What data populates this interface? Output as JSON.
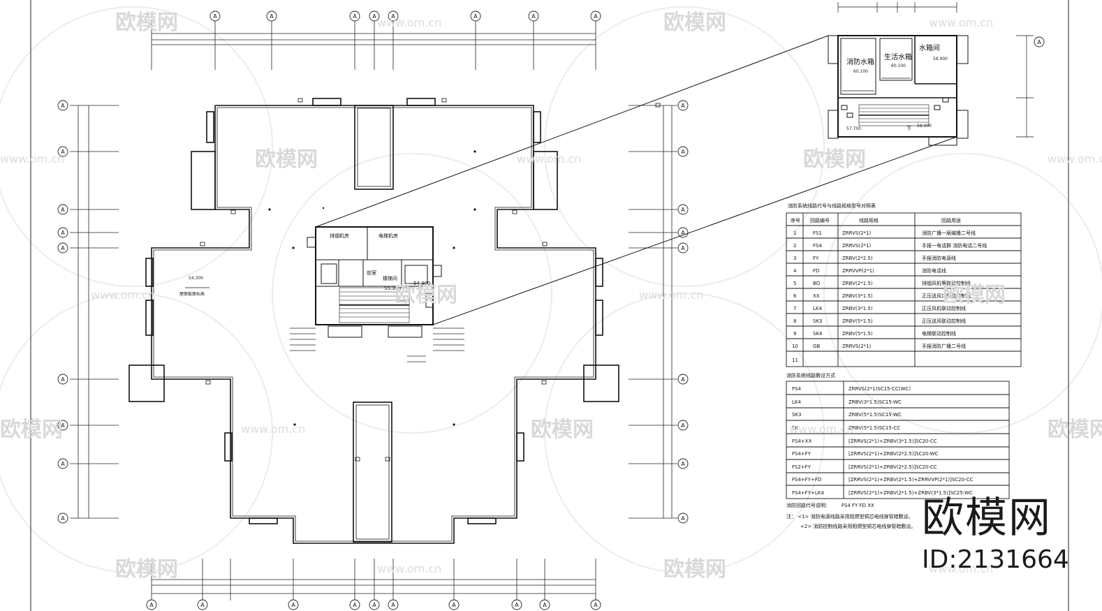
{
  "watermarks": {
    "logo_text": "欧模网",
    "url_text": "www.om.cn"
  },
  "brand": {
    "name": "欧模网",
    "id": "ID:2131664"
  },
  "grid_bubble_label": "A",
  "plan": {
    "elev_upper_left": "54.300",
    "room_label_left": "屋面板面标高",
    "core_labels": {
      "room_a": "排烟机房",
      "room_b": "电梯机房",
      "room_c": "前室",
      "room_d": "楼梯间",
      "elev_core": "54.300",
      "elev_core2": "55.300"
    }
  },
  "detail": {
    "fire_tank": "消防水箱",
    "fire_tank_sub": "60.100",
    "living_tank": "生活水箱",
    "living_tank_sub": "60.100",
    "tank_room": "水箱间",
    "tank_room_elev": "58.900",
    "stair_elev": "57.700",
    "stair_down": "下",
    "stair_elev2": "58.900"
  },
  "table1": {
    "title": "消防系统线路代号与线路规格型号对照表",
    "headers": [
      "序号",
      "回路编号",
      "线路规格",
      "回路用途"
    ],
    "rows": [
      [
        "1",
        "FS1",
        "ZRRVS(2*1)",
        "消防广播一层编播二号线"
      ],
      [
        "2",
        "FS4",
        "ZRRVS(2*1)",
        "手报一电话群 消防电话二号线"
      ],
      [
        "3",
        "FY",
        "ZRBV(2*2.5)",
        "手报消防电源线"
      ],
      [
        "4",
        "FD",
        "ZRRVVP(2*1)",
        "消防电话线"
      ],
      [
        "5",
        "BD",
        "ZRBV(2*1.5)",
        "排烟风机等联动控制线"
      ],
      [
        "6",
        "XX",
        "ZRBV(3*1.5)",
        "正压送风口联动控制线"
      ],
      [
        "7",
        "LK4",
        "ZRBV(3*1.5)",
        "正压风机联动控制线"
      ],
      [
        "8",
        "SK3",
        "ZRBV(5*1.5)",
        "正压送风联动控制线"
      ],
      [
        "9",
        "SK4",
        "ZRBV(5*1.5)",
        "电梯联动控制线"
      ],
      [
        "10",
        "GB",
        "ZRRVS(2*1)",
        "手报消防广播二号线"
      ],
      [
        "11",
        "",
        "",
        ""
      ]
    ]
  },
  "table2": {
    "title": "消防系统线路敷设方式",
    "rows": [
      [
        "FS4",
        "ZRRVS(2*1)SC15-CC(WC)"
      ],
      [
        "LK4",
        "ZRBV(3*1.5)SC15-WC"
      ],
      [
        "SK3",
        "ZRBV(5*1.5)SC15-WC"
      ],
      [
        "SK",
        "ZRBV(5*1.5)SC15-CC"
      ],
      [
        "FS4+XX",
        "[ZRRVS(2*1)+ZRBV(3*1.5)]SC20-CC"
      ],
      [
        "FS4+FY",
        "[ZRRVS(2*1)+ZRBV(2*2.5)]SC20-WC"
      ],
      [
        "FS2+FY",
        "[ZRRVS(2*1)+ZRBV(2*2.5)]SC20-CC"
      ],
      [
        "FS4+FY+FD",
        "[ZRRVS(2*1)+ZRBV(2*1.5)+ZRRVVP(2*1)]SC20-CC"
      ],
      [
        "FS4+FY+LK4",
        "[ZRRVS(2*1)+ZRBV(2*1.5)+ZRBV(3*1.5)]SC25-WC"
      ]
    ]
  },
  "notes": {
    "line1_label": "消防回路代号说明：",
    "line1_value": "FS4 FY FD XX",
    "line2": "注：  <1> 消防电源线路采用阻燃型铜芯电线穿管暗敷设。",
    "line3": "<2> 消防控制线路采用阻燃型铜芯电线穿管暗敷设。"
  }
}
